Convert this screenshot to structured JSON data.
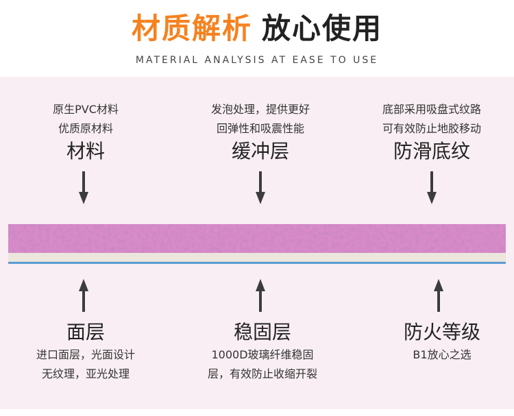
{
  "header": {
    "title_orange": "材质解析",
    "title_dark": "放心使用",
    "subtitle": "MATERIAL ANALYSIS AT EASE TO USE"
  },
  "top_items": [
    {
      "line1": "原生PVC材料",
      "line2": "优质原材料",
      "name": "材料"
    },
    {
      "line1": "发泡处理，提供更好",
      "line2": "回弹性和吸震性能",
      "name": "缓冲层"
    },
    {
      "line1": "底部采用吸盘式纹路",
      "line2": "可有效防止地胶移动",
      "name": "防滑底纹"
    }
  ],
  "bottom_items": [
    {
      "name": "面层",
      "line1": "进口面层，光面设计",
      "line2": "无纹理，亚光处理"
    },
    {
      "name": "稳固层",
      "line1": "1000D玻璃纤维稳固",
      "line2": "层，有效防止收缩开裂"
    },
    {
      "name": "防火等级",
      "line1": "B1放心之选",
      "line2": ""
    }
  ],
  "colors": {
    "accent": "#f58220",
    "panel_bg": "#f8eef3",
    "slab_pink": "#d98ac9",
    "slab_base": "#ece6dc",
    "slab_line": "#5b9bd5",
    "arrow": "#3c3c3c"
  }
}
